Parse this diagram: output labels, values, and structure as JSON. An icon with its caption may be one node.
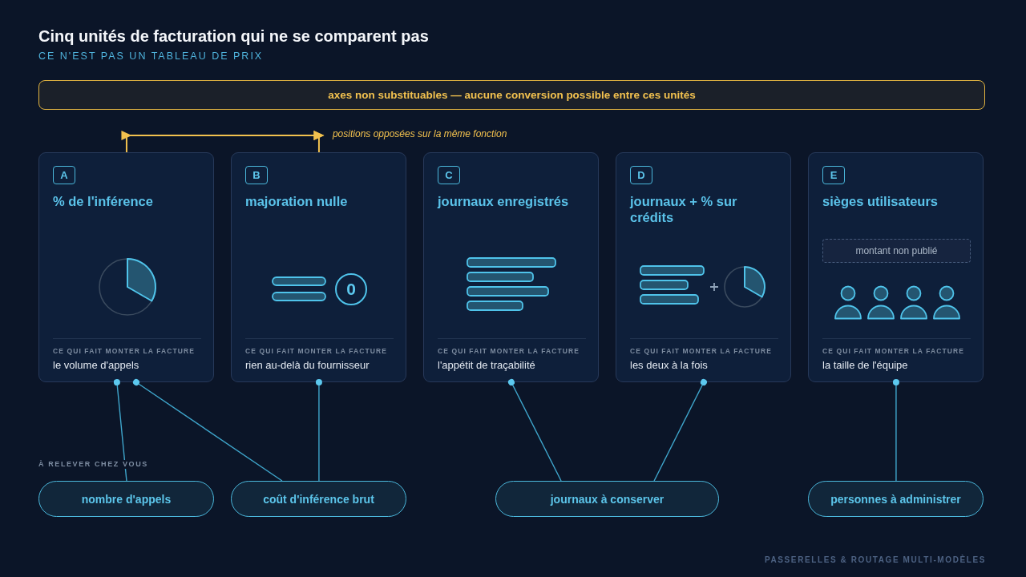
{
  "diagram": {
    "title": "Cinq unités de facturation qui ne se comparent pas",
    "nodes": [
      {
        "text": [
          "axes non substituables — aucune conversion possible entre ces unités"
        ]
      },
      {
        "text": [
          "% de l'inférence",
          "CE QUI FAIT MONTER LA FACTURE",
          "le volume d'appels"
        ]
      },
      {
        "text": [
          "A"
        ],
        "in": 1
      },
      {
        "text": [
          "majoration nulle",
          "CE QUI FAIT MONTER LA FACTURE",
          "rien au-delà du fournisseur"
        ]
      },
      {
        "text": [
          "B"
        ],
        "in": 3
      },
      {
        "text": [
          "0"
        ],
        "in": 3
      },
      {
        "text": [
          "journaux enregistrés",
          "CE QUI FAIT MONTER LA FACTURE",
          "l'appétit de traçabilité"
        ]
      },
      {
        "text": [
          "C"
        ],
        "in": 6
      },
      {
        "text": [
          "journaux + % sur crédits",
          "CE QUI FAIT MONTER LA FACTURE",
          "les deux à la fois"
        ]
      },
      {
        "text": [
          "D"
        ],
        "in": 8
      },
      {
        "text": [
          "sièges utilisateurs",
          "CE QUI FAIT MONTER LA FACTURE",
          "la taille de l'équipe"
        ]
      },
      {
        "text": [
          "E"
        ],
        "in": 10
      },
      {
        "text": [
          "montant non publié"
        ],
        "in": 10
      },
      {
        "text": [
          "nombre d'appels"
        ]
      },
      {
        "text": [
          "coût d'inférence brut"
        ]
      },
      {
        "text": [
          "journaux à conserver"
        ]
      },
      {
        "text": [
          "personnes à administrer"
        ]
      }
    ],
    "edges": [
      {
        "from": 1,
        "to": 3,
        "arrow": "to",
        "label": "positions opposées sur la même fonction",
        "color": "#f2c14e"
      },
      {
        "from": 1,
        "to": 13,
        "arrow": "other"
      },
      {
        "from": 1,
        "to": 14,
        "arrow": "other"
      },
      {
        "from": 3,
        "to": 14,
        "arrow": "other"
      },
      {
        "from": 6,
        "to": 15,
        "arrow": "other"
      },
      {
        "from": 8,
        "to": 15,
        "arrow": "other"
      },
      {
        "from": 10,
        "to": 16,
        "arrow": "other"
      }
    ],
    "labels": [
      "CE N'EST PAS UN TABLEAU DE PRIX",
      "À RELEVER CHEZ VOUS",
      "PASSERELLES & ROUTAGE MULTI-MODÈLES"
    ]
  }
}
